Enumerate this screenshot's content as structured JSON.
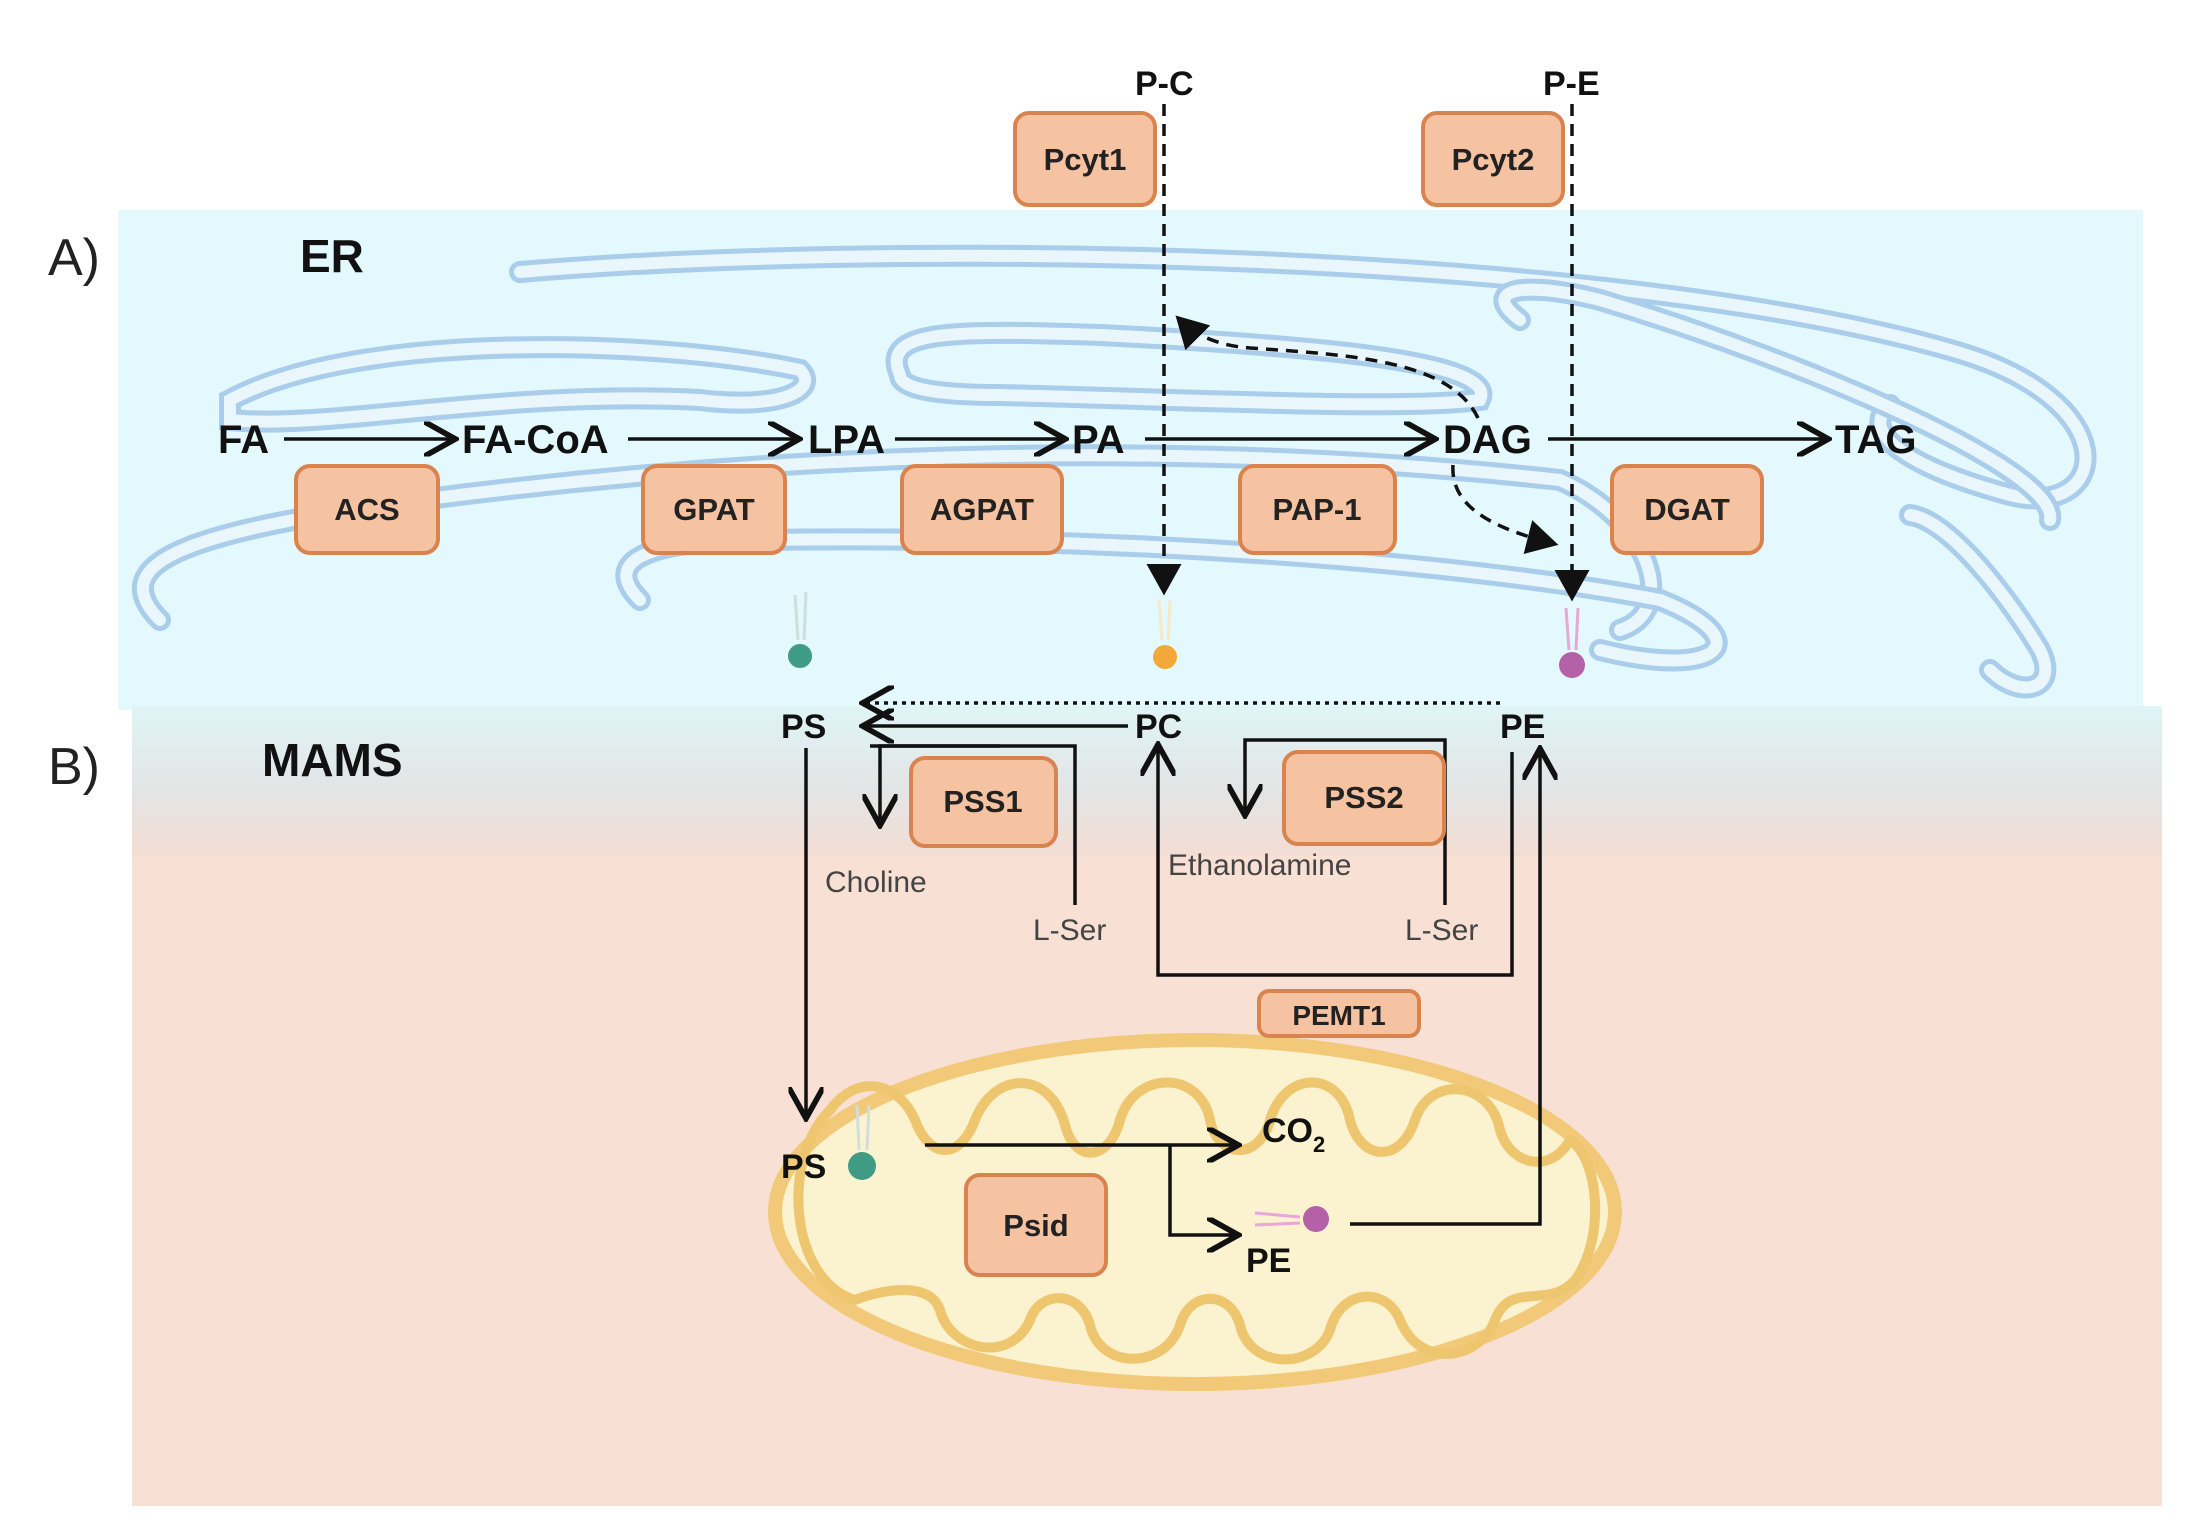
{
  "panels": {
    "a": "A)",
    "b": "B)"
  },
  "sections": {
    "er": "ER",
    "mams": "MAMS"
  },
  "metabolites": {
    "fa": "FA",
    "facoa": "FA-CoA",
    "lpa": "LPA",
    "pa": "PA",
    "dag": "DAG",
    "tag": "TAG",
    "pc_src": "P-C",
    "pe_src": "P-E",
    "ps": "PS",
    "pc": "PC",
    "pe": "PE",
    "ps_mito": "PS",
    "co2": "CO",
    "co2_sub": "2",
    "pe_mito": "PE"
  },
  "substrates": {
    "choline": "Choline",
    "lser1": "L-Ser",
    "ethanolamine": "Ethanolamine",
    "lser2": "L-Ser"
  },
  "enzymes": {
    "acs": "ACS",
    "gpat": "GPAT",
    "agpat": "AGPAT",
    "pap1": "PAP-1",
    "dgat": "DGAT",
    "pcyt1": "Pcyt1",
    "pcyt2": "Pcyt2",
    "pss1": "PSS1",
    "pss2": "PSS2",
    "pemt1": "PEMT1",
    "psid": "Psid"
  },
  "colors": {
    "er_bg": "#e3f9fd",
    "mams_bg": "#f8e0d4",
    "enzyme_fill": "#f5c2a2",
    "enzyme_border": "#d9834f",
    "ps_head": "#3f9b84",
    "pc_head": "#f3a93a",
    "pe_head": "#b561a8",
    "er_membrane": "#a9cdea",
    "mito_fill": "#fbf3cf",
    "mito_membrane": "#f2c978"
  }
}
